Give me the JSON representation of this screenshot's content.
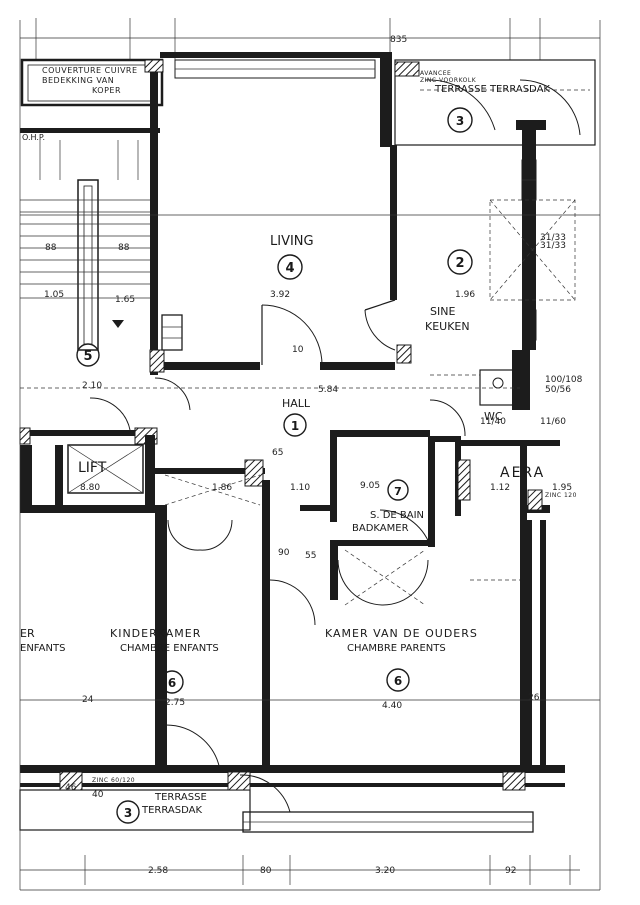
{
  "rooms": {
    "living": "LIVING",
    "living_num": "4",
    "keuken_fr": "SINE",
    "keuken_nl": "KEUKEN",
    "keuken_num": "2",
    "hall": "HALL",
    "hall_num": "1",
    "lift": "LIFT",
    "stair_num": "5",
    "wc": "WC",
    "aera": "AERA",
    "bad_fr": "S. DE BAIN",
    "bad_nl": "BADKAMER",
    "bad_num": "7",
    "kinder_nl": "KINDERKAMER",
    "kinder_fr": "CHAMBRE ENFANTS",
    "kinder_num": "6",
    "ouders_nl": "KAMER VAN DE OUDERS",
    "ouders_fr": "CHAMBRE PARENTS",
    "ouders_num": "6",
    "terrasse_top": "TERRASSE  TERRASDAK",
    "terrasse_top_num": "3",
    "terrasse_bottom_fr": "TERRASSE",
    "terrasse_bottom_nl": "TERRASDAK",
    "terrasse_bottom_num": "3",
    "left_cut_1": "ER",
    "left_cut_2": "ENFANTS",
    "ohp": "O.H.P."
  },
  "notes": {
    "cover_1": "COUVERTURE CUIVRE",
    "cover_2": "BEDEKKING VAN",
    "cover_3": "KOPER",
    "zinc_1": "ZINC 120",
    "zinc_2": "ZINC 60/120",
    "avant_1": "AVANCEE",
    "avant_2": "ZINC VOORKOLK"
  },
  "dims": {
    "top_835": "835",
    "d_392": "3.92",
    "d_196": "1.96",
    "d_105": "1.05",
    "d_165": "1.65",
    "d_210": "2.10",
    "d_584": "5.84",
    "d_880": "8.80",
    "d_186": "1.86",
    "d_110": "1.10",
    "d_905": "9.05",
    "d_112": "1.12",
    "d_195": "1.95",
    "d_275": "2.75",
    "d_440": "4.40",
    "d_258": "2.58",
    "d_80": "80",
    "d_320": "3.20",
    "d_92": "92",
    "d_55": "55",
    "d_65": "65",
    "d_10": "10",
    "d_90": "90",
    "d_46": "46",
    "d_40": "40",
    "d_26": "26",
    "d_24": "24",
    "d_88": "88",
    "d_88b": "88",
    "d_3133": "31/33",
    "d_3133b": "31/33",
    "d_100108": "100/108",
    "d_5056": "50/56",
    "d_1140": "11/40",
    "d_1160": "11/60"
  }
}
